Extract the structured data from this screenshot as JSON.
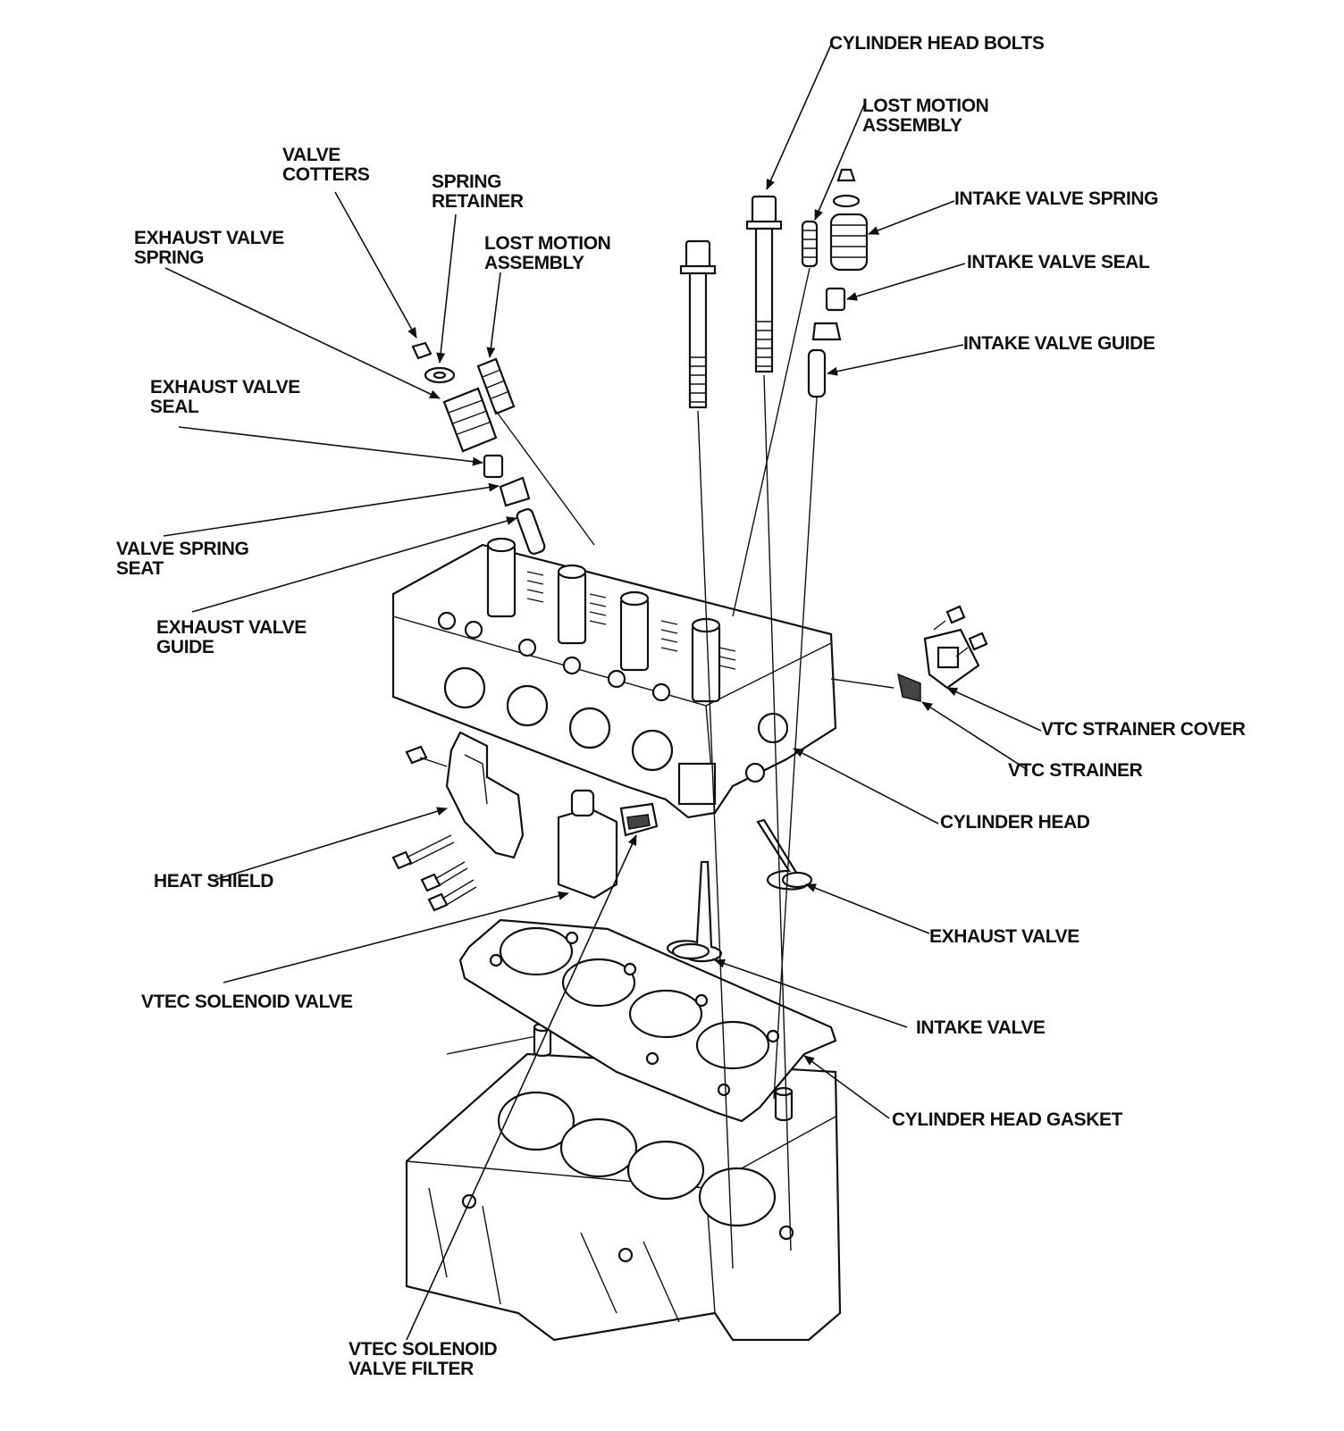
{
  "labels": {
    "cylinder_head_bolts": "CYLINDER HEAD BOLTS",
    "lost_motion_right": "LOST MOTION\nASSEMBLY",
    "intake_valve_spring": "INTAKE VALVE SPRING",
    "intake_valve_seal": "INTAKE VALVE SEAL",
    "intake_valve_guide": "INTAKE VALVE GUIDE",
    "valve_cotters": "VALVE\nCOTTERS",
    "spring_retainer": "SPRING\nRETAINER",
    "exhaust_valve_spring": "EXHAUST VALVE\nSPRING",
    "lost_motion_left": "LOST MOTION\nASSEMBLY",
    "exhaust_valve_seal": "EXHAUST VALVE\nSEAL",
    "valve_spring_seat": "VALVE SPRING\nSEAT",
    "exhaust_valve_guide": "EXHAUST VALVE\nGUIDE",
    "vtc_strainer_cover": "VTC STRAINER COVER",
    "vtc_strainer": "VTC STRAINER",
    "cylinder_head": "CYLINDER HEAD",
    "heat_shield": "HEAT SHIELD",
    "exhaust_valve": "EXHAUST VALVE",
    "vtec_solenoid_valve": "VTEC SOLENOID VALVE",
    "intake_valve": "INTAKE VALVE",
    "cylinder_head_gasket": "CYLINDER HEAD GASKET",
    "vtec_solenoid_valve_filter": "VTEC SOLENOID\nVALVE FILTER"
  }
}
